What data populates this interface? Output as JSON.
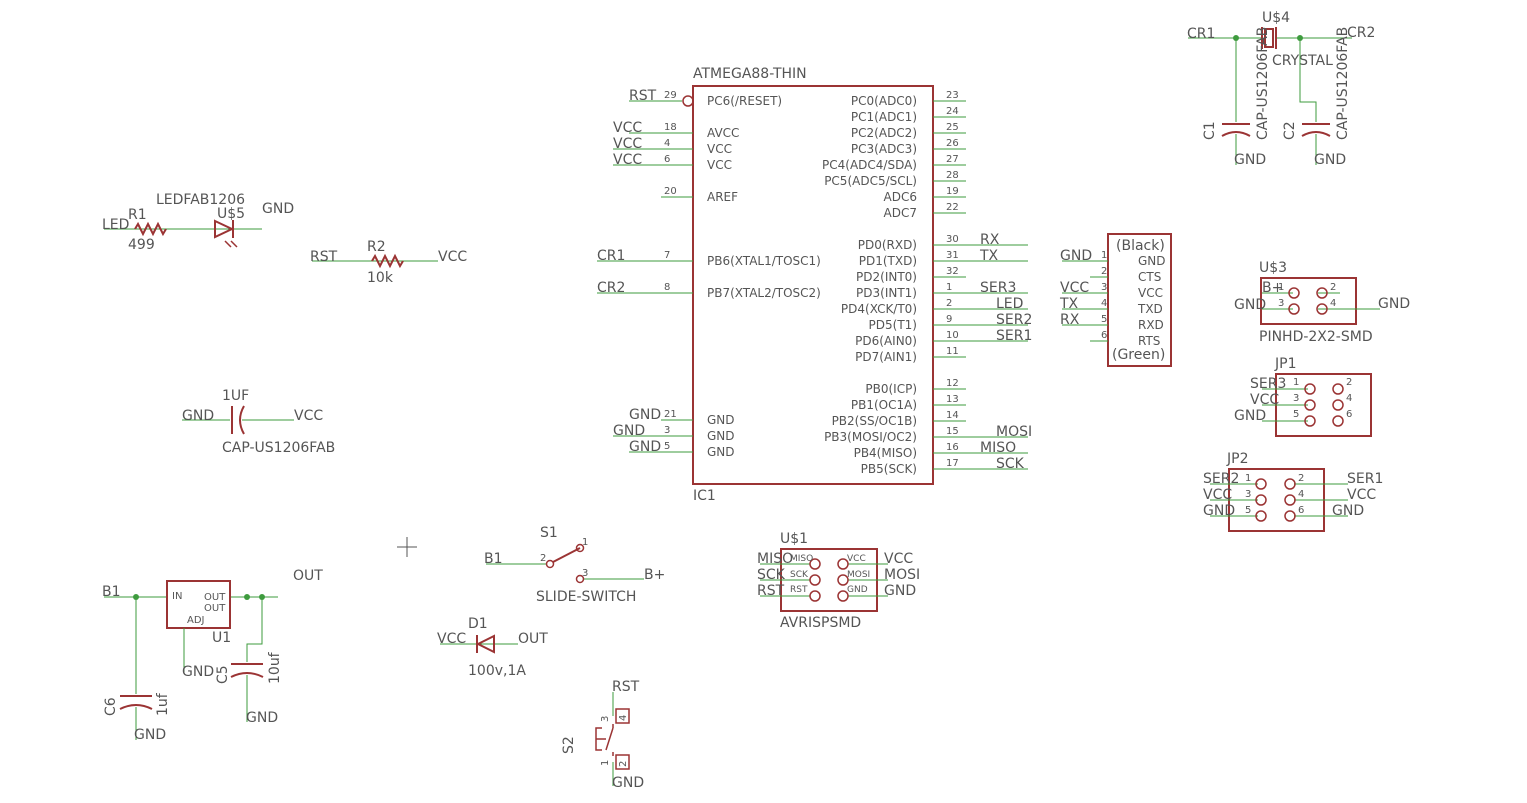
{
  "colors": {
    "symbol": "#9b3434",
    "wire": "#3e9b3e",
    "text": "#555555",
    "background": "#ffffff"
  },
  "ic1": {
    "value": "ATMEGA88-THIN",
    "name": "IC1",
    "left_pins": [
      {
        "num": "29",
        "name": "PC6(/RESET)",
        "net": "RST"
      },
      {
        "num": "18",
        "name": "AVCC",
        "net": "VCC"
      },
      {
        "num": "4",
        "name": "VCC",
        "net": "VCC"
      },
      {
        "num": "6",
        "name": "VCC",
        "net": "VCC"
      },
      {
        "num": "20",
        "name": "AREF",
        "net": ""
      },
      {
        "num": "7",
        "name": "PB6(XTAL1/TOSC1)",
        "net": "CR1"
      },
      {
        "num": "8",
        "name": "PB7(XTAL2/TOSC2)",
        "net": "CR2"
      },
      {
        "num": "21",
        "name": "GND",
        "net": "GND"
      },
      {
        "num": "3",
        "name": "GND",
        "net": "GND"
      },
      {
        "num": "5",
        "name": "GND",
        "net": "GND"
      }
    ],
    "right_pins": [
      {
        "num": "23",
        "name": "PC0(ADC0)",
        "net": ""
      },
      {
        "num": "24",
        "name": "PC1(ADC1)",
        "net": ""
      },
      {
        "num": "25",
        "name": "PC2(ADC2)",
        "net": ""
      },
      {
        "num": "26",
        "name": "PC3(ADC3)",
        "net": ""
      },
      {
        "num": "27",
        "name": "PC4(ADC4/SDA)",
        "net": ""
      },
      {
        "num": "28",
        "name": "PC5(ADC5/SCL)",
        "net": ""
      },
      {
        "num": "19",
        "name": "ADC6",
        "net": ""
      },
      {
        "num": "22",
        "name": "ADC7",
        "net": ""
      },
      {
        "num": "30",
        "name": "PD0(RXD)",
        "net": "RX"
      },
      {
        "num": "31",
        "name": "PD1(TXD)",
        "net": "TX"
      },
      {
        "num": "32",
        "name": "PD2(INT0)",
        "net": ""
      },
      {
        "num": "1",
        "name": "PD3(INT1)",
        "net": "SER3"
      },
      {
        "num": "2",
        "name": "PD4(XCK/T0)",
        "net": "LED"
      },
      {
        "num": "9",
        "name": "PD5(T1)",
        "net": "SER2"
      },
      {
        "num": "10",
        "name": "PD6(AIN0)",
        "net": "SER1"
      },
      {
        "num": "11",
        "name": "PD7(AIN1)",
        "net": ""
      },
      {
        "num": "12",
        "name": "PB0(ICP)",
        "net": ""
      },
      {
        "num": "13",
        "name": "PB1(OC1A)",
        "net": ""
      },
      {
        "num": "14",
        "name": "PB2(SS/OC1B)",
        "net": ""
      },
      {
        "num": "15",
        "name": "PB3(MOSI/OC2)",
        "net": "MOSI"
      },
      {
        "num": "16",
        "name": "PB4(MISO)",
        "net": "MISO"
      },
      {
        "num": "17",
        "name": "PB5(SCK)",
        "net": "SCK"
      }
    ]
  },
  "led": {
    "r1_name": "R1",
    "r1_value": "499",
    "led_value": "LEDFAB1206",
    "led_name": "U$5",
    "net_left": "LED",
    "net_right": "GND"
  },
  "r2": {
    "name": "R2",
    "value": "10k",
    "net_left": "RST",
    "net_right": "VCC"
  },
  "cap1uf": {
    "value": "1UF",
    "package": "CAP-US1206FAB",
    "net_left": "GND",
    "net_right": "VCC"
  },
  "crystal": {
    "name": "U$4",
    "value": "CRYSTAL",
    "net_cr1": "CR1",
    "net_cr2": "CR2",
    "c1_name": "C1",
    "c1_value": "CAP-US1206FAB",
    "c2_name": "C2",
    "c2_value": "CAP-US1206FAB",
    "gnd1": "GND",
    "gnd2": "GND"
  },
  "ftdi": {
    "top": "(Black)",
    "bottom": "(Green)",
    "pins": [
      {
        "num": "1",
        "name": "GND",
        "net": "GND"
      },
      {
        "num": "2",
        "name": "CTS",
        "net": ""
      },
      {
        "num": "3",
        "name": "VCC",
        "net": "VCC"
      },
      {
        "num": "4",
        "name": "TXD",
        "net": "TX"
      },
      {
        "num": "5",
        "name": "RXD",
        "net": "RX"
      },
      {
        "num": "6",
        "name": "RTS",
        "net": ""
      }
    ]
  },
  "u3": {
    "name": "U$3",
    "value": "PINHD-2X2-SMD",
    "net_b": "B+",
    "net_gnd_left": "GND",
    "net_gnd_right": "GND",
    "pins": [
      "1",
      "2",
      "3",
      "4"
    ]
  },
  "jp1": {
    "name": "JP1",
    "nets": [
      "SER3",
      "VCC",
      "GND"
    ],
    "pins": [
      "1",
      "2",
      "3",
      "4",
      "5",
      "6"
    ]
  },
  "jp2": {
    "name": "JP2",
    "nets_left": [
      "SER2",
      "VCC",
      "GND"
    ],
    "nets_right": [
      "SER1",
      "VCC",
      "GND"
    ],
    "pins": [
      "1",
      "2",
      "3",
      "4",
      "5",
      "6"
    ]
  },
  "isp": {
    "name": "U$1",
    "value": "AVRISPSMD",
    "inner_left": [
      "MISO",
      "SCK",
      "RST"
    ],
    "inner_right": [
      "VCC",
      "MOSI",
      "GND"
    ],
    "nets_left": [
      "MISO",
      "SCK",
      "RST"
    ],
    "nets_right": [
      "VCC",
      "MOSI",
      "GND"
    ]
  },
  "switch": {
    "name": "S1",
    "value": "SLIDE-SWITCH",
    "net_left": "B1",
    "net_right": "B+",
    "pin1": "1",
    "pin2": "2",
    "pin3": "3"
  },
  "diode": {
    "name": "D1",
    "value": "100v,1A",
    "net_left": "VCC",
    "net_right": "OUT"
  },
  "regulator": {
    "name": "U1",
    "pin_in": "IN",
    "pin_out1": "OUT",
    "pin_out2": "OUT",
    "pin_adj": "ADJ",
    "net_in": "B1",
    "net_out": "OUT",
    "net_gnd": "GND",
    "c5_name": "C5",
    "c5_value": "10uf",
    "c5_gnd": "GND",
    "c6_name": "C6",
    "c6_value": "1uf",
    "c6_gnd": "GND"
  },
  "button": {
    "name": "S2",
    "net_top": "RST",
    "net_bottom": "GND",
    "pins": [
      "3",
      "4",
      "1",
      "2"
    ]
  }
}
